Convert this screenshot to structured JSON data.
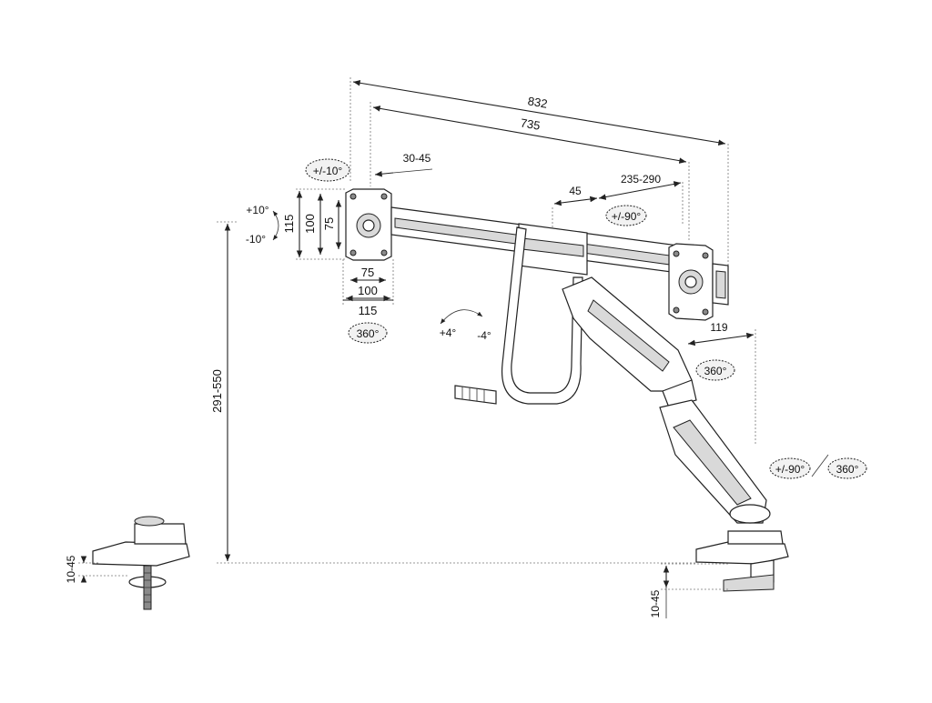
{
  "colors": {
    "ink": "#111111",
    "part_fill": "#ffffff",
    "shade": "#d9d9d9",
    "dim_line": "#777777"
  },
  "dimensions": {
    "overall_width": "832",
    "arm_width": "735",
    "vesa_offset": "30-45",
    "tilt": "+/-10°",
    "tilt_up": "+10°",
    "tilt_down": "-10°",
    "vesa_h_115": "115",
    "vesa_h_100": "100",
    "vesa_h_75": "75",
    "vesa_w_75": "75",
    "vesa_w_100": "100",
    "vesa_w_115": "115",
    "rotate_360_left": "360°",
    "bar_45": "45",
    "bar_235_290": "235-290",
    "swivel_90_top": "+/-90°",
    "level_plus": "+4°",
    "level_minus": "-4°",
    "arm_119": "119",
    "rotate_360_joint": "360°",
    "height_range": "291-550",
    "swivel_90_base": "+/-90°",
    "rotate_360_base": "360°",
    "desk_left": "10-45",
    "desk_right": "10-45"
  }
}
